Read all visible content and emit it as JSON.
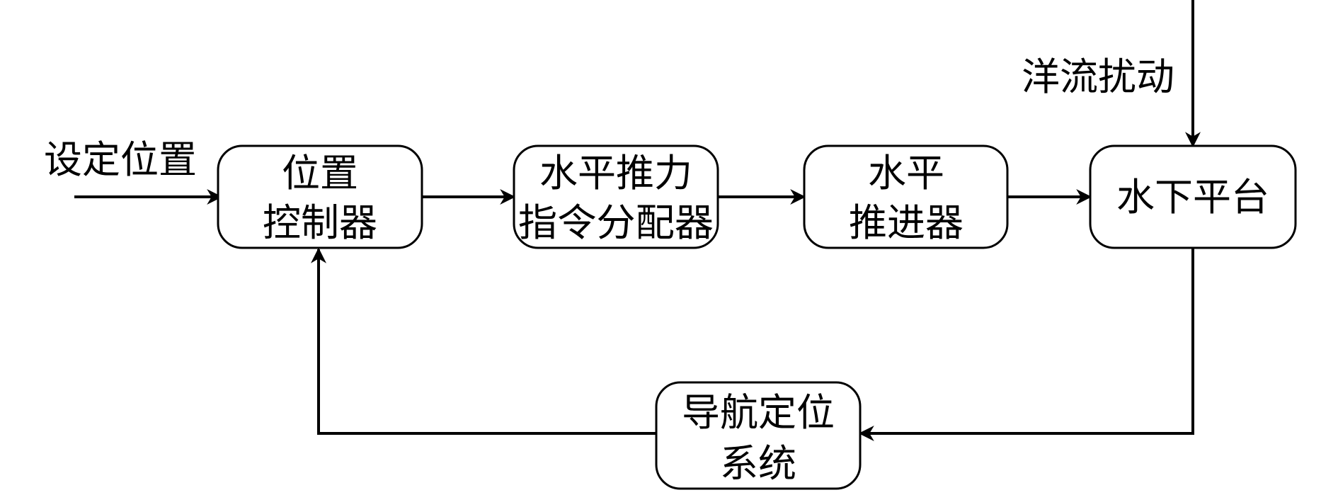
{
  "blocks": {
    "position_controller": [
      "位置",
      "控制器"
    ],
    "thrust_allocator": [
      "水平推力",
      "指令分配器"
    ],
    "horizontal_thruster": [
      "水平",
      "推进器"
    ],
    "underwater_platform": [
      "水下平台"
    ],
    "navigation_system": [
      "导航定位",
      "系统"
    ]
  },
  "labels": {
    "setpoint": "设定位置",
    "disturbance": "洋流扰动"
  },
  "colors": {
    "stroke": "#000000",
    "background": "#ffffff"
  }
}
